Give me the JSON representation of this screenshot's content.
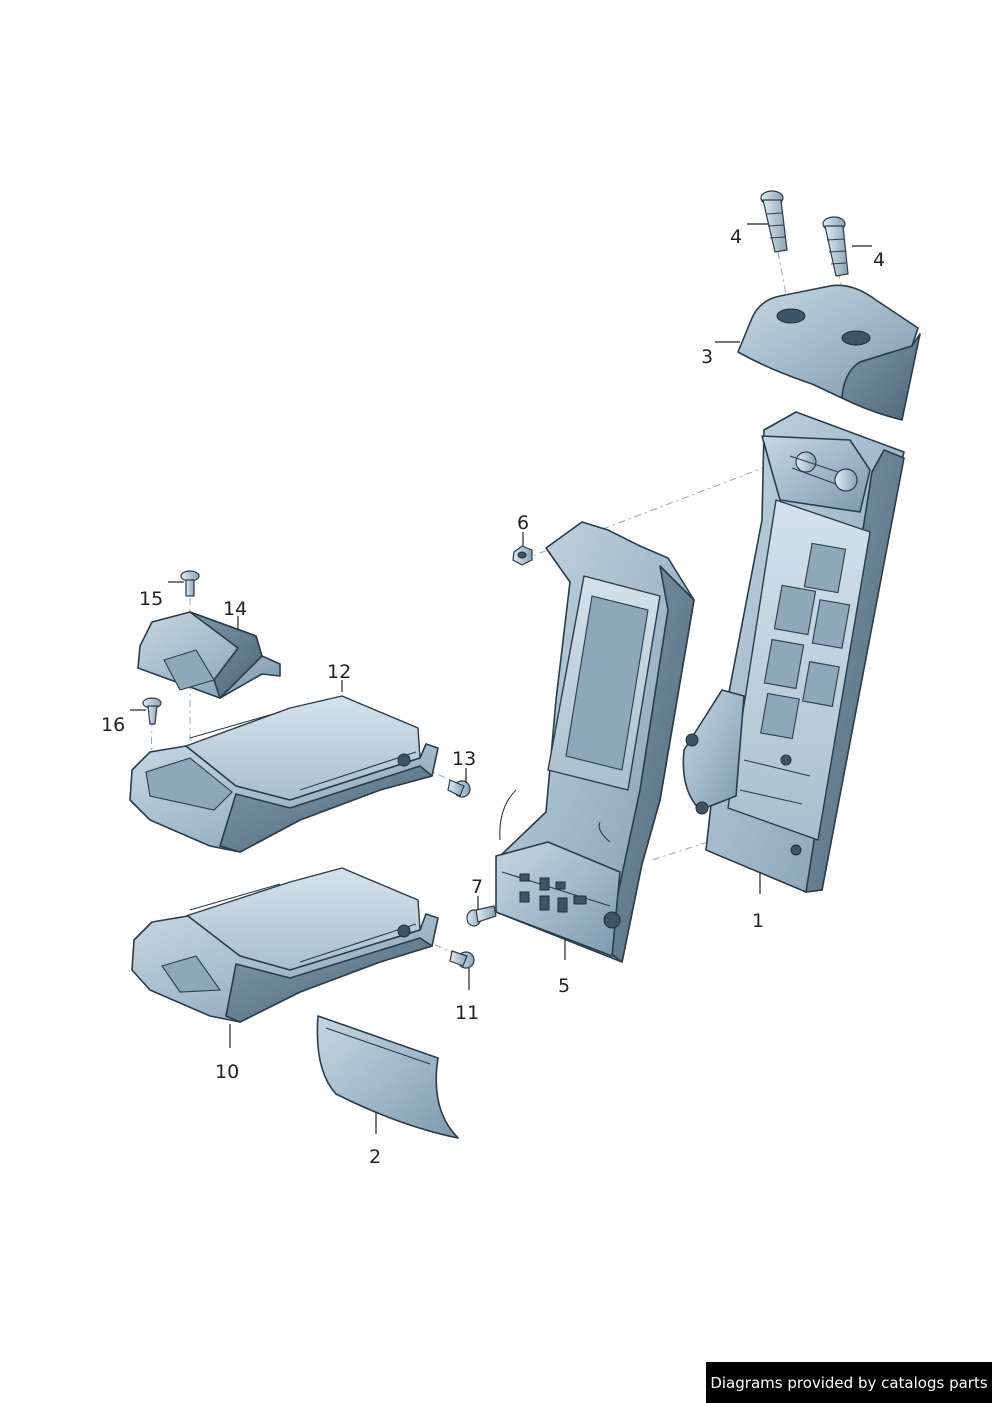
{
  "diagram": {
    "callouts": {
      "p1": "1",
      "p2": "2",
      "p3": "3",
      "p4a": "4",
      "p4b": "4",
      "p5": "5",
      "p6": "6",
      "p7": "7",
      "p10": "10",
      "p11": "11",
      "p12": "12",
      "p13": "13",
      "p14": "14",
      "p15": "15",
      "p16": "16"
    },
    "colors": {
      "part_body": "#a9bfcf",
      "part_dark": "#5d7688",
      "outline": "#2a3c4a"
    }
  },
  "footer": {
    "credit": "Diagrams provided by catalogs parts"
  }
}
